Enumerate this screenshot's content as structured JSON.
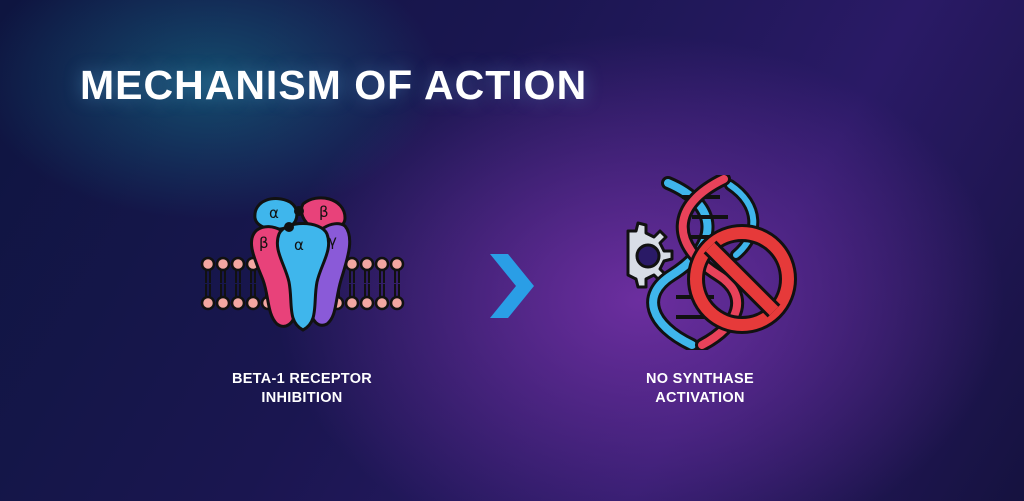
{
  "slide": {
    "title": "MECHANISM OF ACTION"
  },
  "steps": [
    {
      "icon": "beta-receptor-icon",
      "caption_line1": "BETA-1 RECEPTOR",
      "caption_line2": "INHIBITION",
      "subunit_labels": [
        "α",
        "β",
        "β",
        "α",
        "γ"
      ]
    },
    {
      "icon": "dna-no-synthase-icon",
      "caption_line1": "NO SYNTHASE",
      "caption_line2": "ACTIVATION"
    }
  ],
  "connector": {
    "icon": "chevron-right-icon"
  },
  "colors": {
    "background_dark": "#0e1540",
    "background_purple": "#5a2a8a",
    "title": "#ffffff",
    "chevron": "#2a9ee6",
    "subunit_blue": "#3fb6ec",
    "subunit_pink": "#e8427a",
    "subunit_purple": "#8a5ad8",
    "membrane": "#f3a7a2",
    "prohibit_red": "#e63a3a",
    "dna_red": "#e8425a",
    "dna_blue": "#3fb6ec",
    "gear": "#d8dde6"
  }
}
